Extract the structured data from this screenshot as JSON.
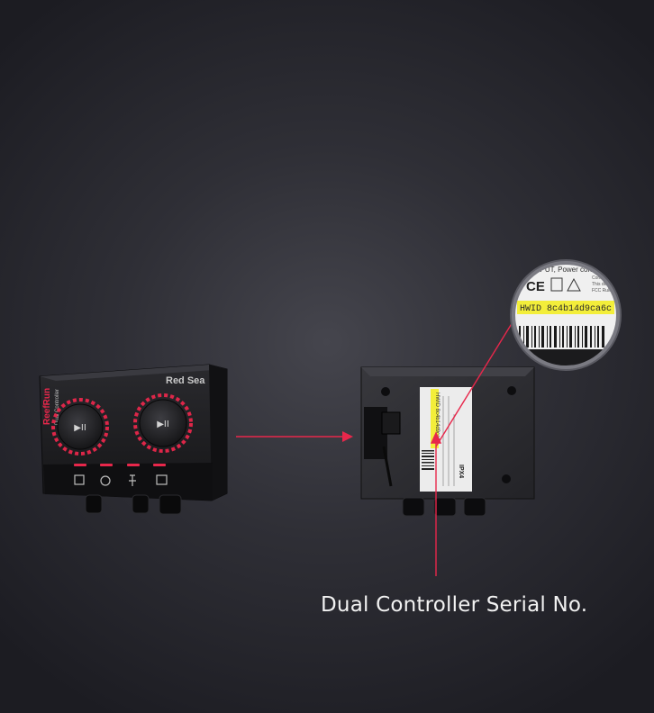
{
  "caption": "Dual Controller Serial No.",
  "front_device": {
    "brand_text": "ReefRun",
    "model_text": "Dual Controller",
    "corner_logo": "Red Sea",
    "knob_symbol": "▶II"
  },
  "back_device": {
    "label_hwid": "HWID 8c4b14d9ca6c",
    "label_rating": "IPX4"
  },
  "magnifier": {
    "input_line": "V INPUT, Power consump",
    "hwid_text": "HWID 8c4b14d9ca6c",
    "ce_mark": "CE",
    "side_lines": [
      "Contai",
      "This devic",
      "FCC Rules"
    ]
  },
  "colors": {
    "accent": "#e8274b",
    "label_highlight": "#f3ee3a",
    "device_body": "#1c1c1f"
  }
}
